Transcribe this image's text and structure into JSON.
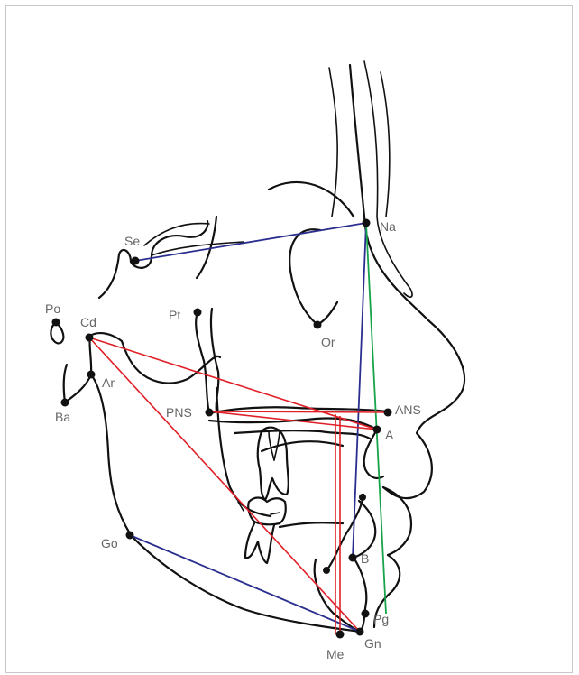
{
  "landmarks": {
    "Na": "Na",
    "Se": "Se",
    "Po": "Po",
    "Cd": "Cd",
    "Pt": "Pt",
    "Or": "Or",
    "Ar": "Ar",
    "Ba": "Ba",
    "PNS": "PNS",
    "ANS": "ANS",
    "A": "A",
    "Go": "Go",
    "B": "B",
    "Pg": "Pg",
    "Gn": "Gn",
    "Me": "Me"
  },
  "colors": {
    "blue": "#2a2f8f",
    "red": "#e01f26",
    "green": "#17a34a",
    "outline": "#111111",
    "label": "#666666"
  }
}
